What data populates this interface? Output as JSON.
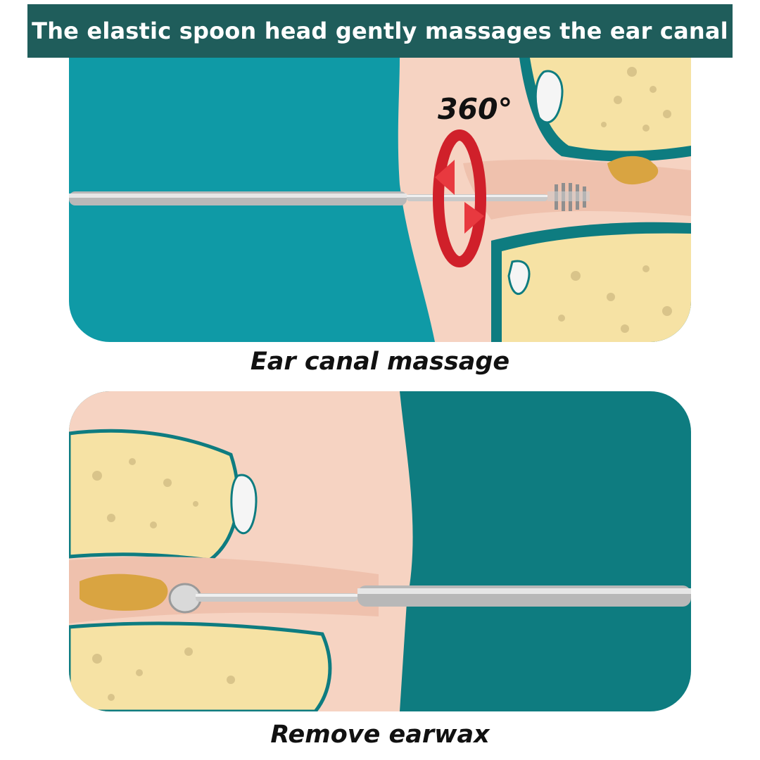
{
  "banner": {
    "title": "The elastic spoon head gently massages the ear canal"
  },
  "panels": [
    {
      "caption": "Ear canal massage",
      "rotation_label": "360°"
    },
    {
      "caption": "Remove earwax"
    }
  ],
  "colors": {
    "teal_bg": "#0f9aa6",
    "teal_dark": "#0e7c80",
    "banner": "#1f5d5b",
    "skin": "#f6d3c2",
    "bone": "#f6e2a4",
    "earwax": "#d9a441",
    "arrow_red": "#d0202a"
  },
  "icons": [
    "rotation-arrow-icon",
    "ear-pick-spiral-icon",
    "ear-pick-spoon-icon"
  ]
}
